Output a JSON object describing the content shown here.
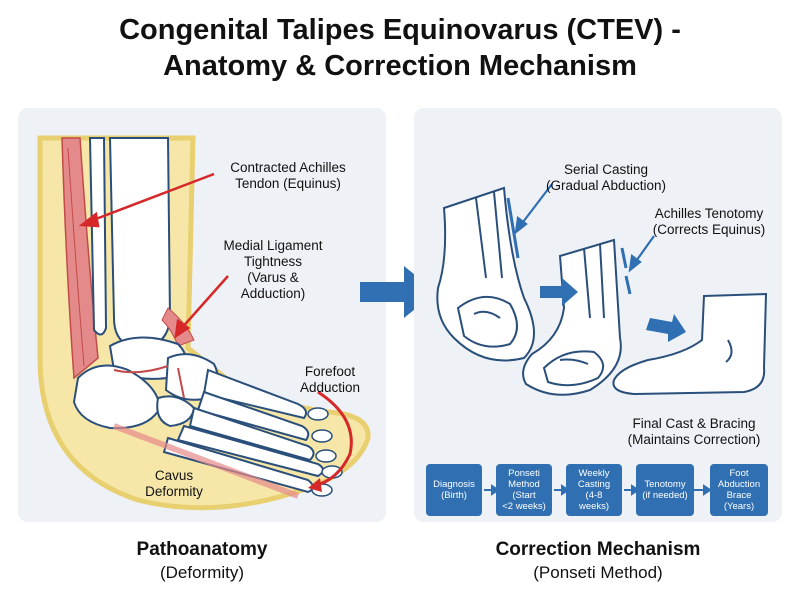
{
  "title": "Congenital Talipes Equinovarus (CTEV) -\nAnatomy & Correction Mechanism",
  "left_panel": {
    "labels": {
      "achilles": "Contracted Achilles\nTendon (Equinus)",
      "medial_ligament": "Medial Ligament\nTightness\n(Varus &\nAdduction)",
      "forefoot": "Forefoot\nAdduction",
      "cavus": "Cavus\nDeformity"
    },
    "caption_main": "Pathoanatomy",
    "caption_sub": "(Deformity)"
  },
  "right_panel": {
    "labels": {
      "serial_casting": "Serial Casting\n(Gradual Abduction)",
      "tenotomy": "Achilles Tenotomy\n(Corrects Equinus)",
      "final_cast": "Final Cast & Bracing\n(Maintains Correction)"
    },
    "steps": [
      "Diagnosis\n(Birth)",
      "Ponseti\nMethod\n(Start\n<2 weeks)",
      "Weekly\nCasting\n(4-8\nweeks)",
      "Tenotomy\n(if needed)",
      "Foot\nAbduction\nBrace\n(Years)"
    ],
    "caption_main": "Correction Mechanism",
    "caption_sub": "(Ponseti Method)"
  },
  "colors": {
    "accent_blue": "#2f6fb2",
    "annotation_red": "#d62828",
    "skin": "#f6e7a8",
    "bone": "#ffffff",
    "outline": "#2a4f7a",
    "panel": "#eef2f6"
  }
}
